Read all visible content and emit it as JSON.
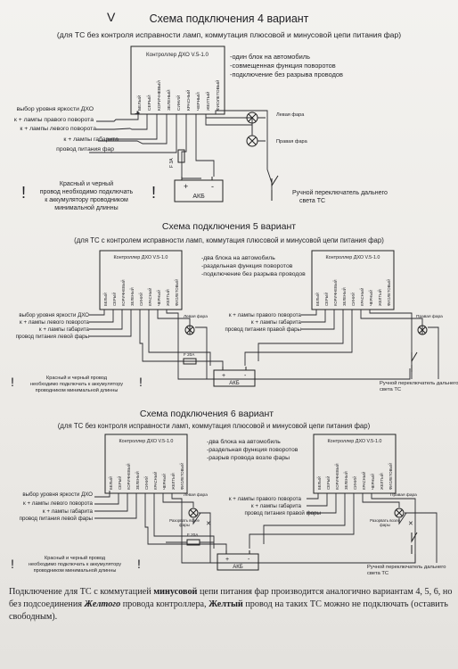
{
  "corner_mark": "V",
  "d4": {
    "title": "Схема подключения 4 вариант",
    "subtitle": "(для ТС без контроля исправности ламп, коммутация плюсовой и минусовой цепи питания фар)",
    "controller_label": "Контроллер ДХО V.5-1.0",
    "pins": [
      "БЕЛЫЙ",
      "СЕРЫЙ",
      "КОРИЧНЕВЫЙ",
      "ЗЕЛЕНЫЙ",
      "СИНИЙ",
      "КРАСНЫЙ",
      "ЧЕРНЫЙ",
      "ЖЕЛТЫЙ",
      "ФИОЛЕТОВЫЙ"
    ],
    "features": [
      "-один блок на автомобиль",
      "-совмещенная функция поворотов",
      "-подключение без разрыва проводов"
    ],
    "wires": [
      "выбор уровня яркости ДХО",
      "к + лампы правого поворота",
      "к + лампы левого поворота",
      "к + лампы габарита",
      "провод питания фар"
    ],
    "lamp_left": "Левая фара",
    "lamp_right": "Правая фара",
    "fuse": "F 3A",
    "battery": "АКБ",
    "warning": "Красный и черный провод необходимо подключать к аккумулятору проводником минимальной длинны",
    "switch_label": "Ручной переключатель дальнего света ТС"
  },
  "d5": {
    "title": "Схема подключения 5 вариант",
    "subtitle": "(для ТС с контролем исправности ламп, коммутация плюсовой и минусовой цепи питания фар)",
    "controller_label": "Контроллер ДХО V.5-1.0",
    "features": [
      "-два блока на автомобиль",
      "-раздельная функция поворотов",
      "-подключение без разрыва проводов"
    ],
    "left_wires": [
      "выбор уровня яркости ДХО",
      "к + лампы левого поворота",
      "к + лампы габарита",
      "провод питания левой фары"
    ],
    "right_wires": [
      "к + лампы правого поворота",
      "к + лампы габарита",
      "провод питания правой фары"
    ],
    "lamp_left": "Левая фара",
    "lamp_right": "Правая фара",
    "fuse": "F 20A",
    "battery": "АКБ",
    "warning": "Красный и черный провод необходимо подключать к аккумулятору проводником минимальной длинны",
    "switch_label": "Ручной переключатель дальнего света ТС"
  },
  "d6": {
    "title": "Схема подключения 6 вариант",
    "subtitle": "(для ТС без контроля исправности ламп, коммутация плюсовой и минусовой цепи питания фар)",
    "controller_label": "Контроллер ДХО V.5-1.0",
    "features": [
      "-два блока на автомобиль",
      "-раздельная функция поворотов",
      "-разрыв провода возле фары"
    ],
    "left_wires": [
      "выбор уровня яркости ДХО",
      "к + лампы левого поворота",
      "к + лампы габарита",
      "провод питания левой фары"
    ],
    "right_wires": [
      "к + лампы правого поворота",
      "к + лампы габарита",
      "провод питания правой фары"
    ],
    "lamp_left": "Левая фара",
    "lamp_right": "Правая фара",
    "cut_note": "Разорвать возле фары",
    "fuse": "F 20A",
    "battery": "АКБ",
    "warning": "Красный и черный провод необходимо подключать к аккумулятору проводником минимальной длинны",
    "switch_label": "Ручной переключатель дальнего света ТС"
  },
  "footer": {
    "p1": "Подключение для ТС с коммутацией ",
    "b1": "минусовой",
    "p2": " цепи питания фар производится аналогично вариантам 4, 5, 6, но без подсоединения ",
    "b2": "Желтого",
    "p3": " провода контроллера, ",
    "b3": "Желтый",
    "p4": " провод на таких ТС можно не подключать (оставить свободным)."
  }
}
